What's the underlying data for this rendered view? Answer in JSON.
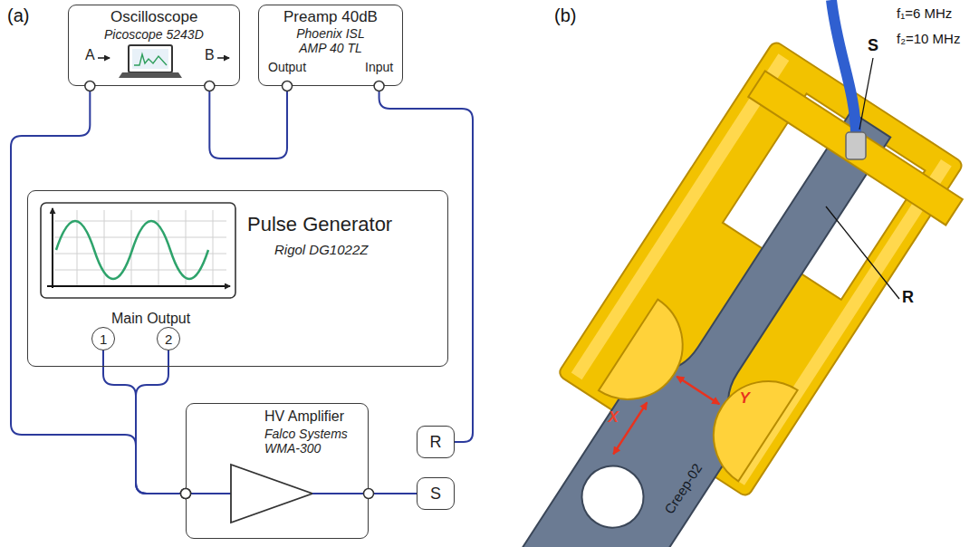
{
  "diagram": {
    "nodes": [
      {
        "text": [
          "Oscilloscope",
          "Picoscope 5243D",
          "A",
          "B"
        ]
      },
      {
        "text": [
          "Preamp 40dB",
          "Phoenix ISL AMP 40 TL",
          "Output",
          "Input"
        ]
      },
      {
        "text": [
          "Pulse Generator",
          "Rigol DG1022Z",
          "Main Output"
        ]
      },
      {
        "text": [
          "1"
        ],
        "in": 2
      },
      {
        "text": [
          "2"
        ],
        "in": 2
      },
      {
        "text": [
          "HV Amplifier",
          "Falco Systems WMA-300"
        ]
      },
      {
        "text": [
          "R"
        ]
      },
      {
        "text": [
          "S"
        ]
      }
    ],
    "edges": [
      {
        "from": 0,
        "to": 5,
        "arrow": "none"
      },
      {
        "from": 0,
        "to": 1,
        "arrow": "none"
      },
      {
        "from": 1,
        "to": 6,
        "arrow": "none"
      },
      {
        "from": 3,
        "to": 5,
        "arrow": "none"
      },
      {
        "from": 4,
        "to": 5,
        "arrow": "none"
      },
      {
        "from": 5,
        "to": 7,
        "arrow": "none"
      }
    ],
    "labels": [
      "(a)",
      "(b)",
      "f₁=6 MHz",
      "f₂=10 MHz",
      "S",
      "R",
      "X",
      "Y",
      "Creep-02"
    ]
  }
}
